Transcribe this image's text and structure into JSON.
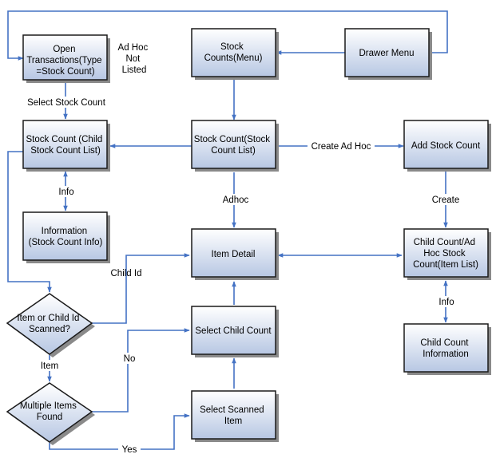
{
  "colors": {
    "edge": "#4472c4",
    "box_border": "#1a1a1a",
    "box_fill_top": "#ffffff",
    "box_fill_bottom": "#b7c7e3",
    "shadow": "#8a8a8a"
  },
  "nodes": {
    "open_transactions": [
      "Open",
      "Transactions(Type",
      "=Stock Count)"
    ],
    "stock_counts_menu": [
      "Stock",
      "Counts(Menu)"
    ],
    "drawer_menu": [
      "Drawer Menu"
    ],
    "stock_count_child": [
      "Stock Count (Child",
      "Stock Count List)"
    ],
    "stock_count_list": [
      "Stock Count(Stock",
      "Count List)"
    ],
    "add_stock_count": [
      "Add Stock Count"
    ],
    "information": [
      "Information",
      "(Stock Count Info)"
    ],
    "item_detail": [
      "Item Detail"
    ],
    "child_count_adhoc": [
      "Child Count/Ad",
      "Hoc Stock",
      "Count(Item List)"
    ],
    "item_or_child_scanned": [
      "Item or Child Id",
      "Scanned?"
    ],
    "select_child_count": [
      "Select Child Count"
    ],
    "child_count_information": [
      "Child Count",
      "Information"
    ],
    "multiple_items_found": [
      "Multiple Items",
      "Found"
    ],
    "select_scanned_item": [
      "Select Scanned",
      "Item"
    ]
  },
  "labels": {
    "ad_hoc_not_listed": [
      "Ad Hoc",
      "Not",
      "Listed"
    ],
    "select_stock_count": "Select Stock Count",
    "info_left": "Info",
    "create_ad_hoc": "Create Ad Hoc",
    "adhoc": "Adhoc",
    "create": "Create",
    "child_id": "Child Id",
    "info_right": "Info",
    "item": "Item",
    "no": "No",
    "yes": "Yes"
  }
}
